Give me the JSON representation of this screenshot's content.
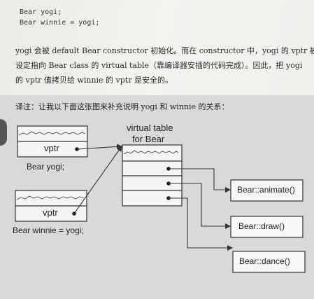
{
  "code": {
    "line1": "Bear yogi;",
    "line2": "Bear winnie = yogi;"
  },
  "paragraph": {
    "line1": "yogi 会被 default Bear constructor 初始化。而在 constructor 中，yogi 的 vptr 被",
    "line2": "设定指向 Bear class 的 virtual table（靠编译器安插的代码完成）。因此，把 yogi",
    "line3": "的 vptr 值拷贝给 winnie 的 vptr 是安全的。"
  },
  "note": {
    "title": "译注：让我以下面这张图来补充说明 yogi 和 winnie 的关系："
  },
  "diagram": {
    "vtable_title_1": "virtual table",
    "vtable_title_2": "for Bear",
    "obj1_vptr": "vptr",
    "obj1_label": "Bear yogi;",
    "obj2_vptr": "vptr",
    "obj2_label": "Bear winnie = yogi;",
    "func1": "Bear::animate()",
    "func2": "Bear::draw()",
    "func3": "Bear::dance()"
  }
}
